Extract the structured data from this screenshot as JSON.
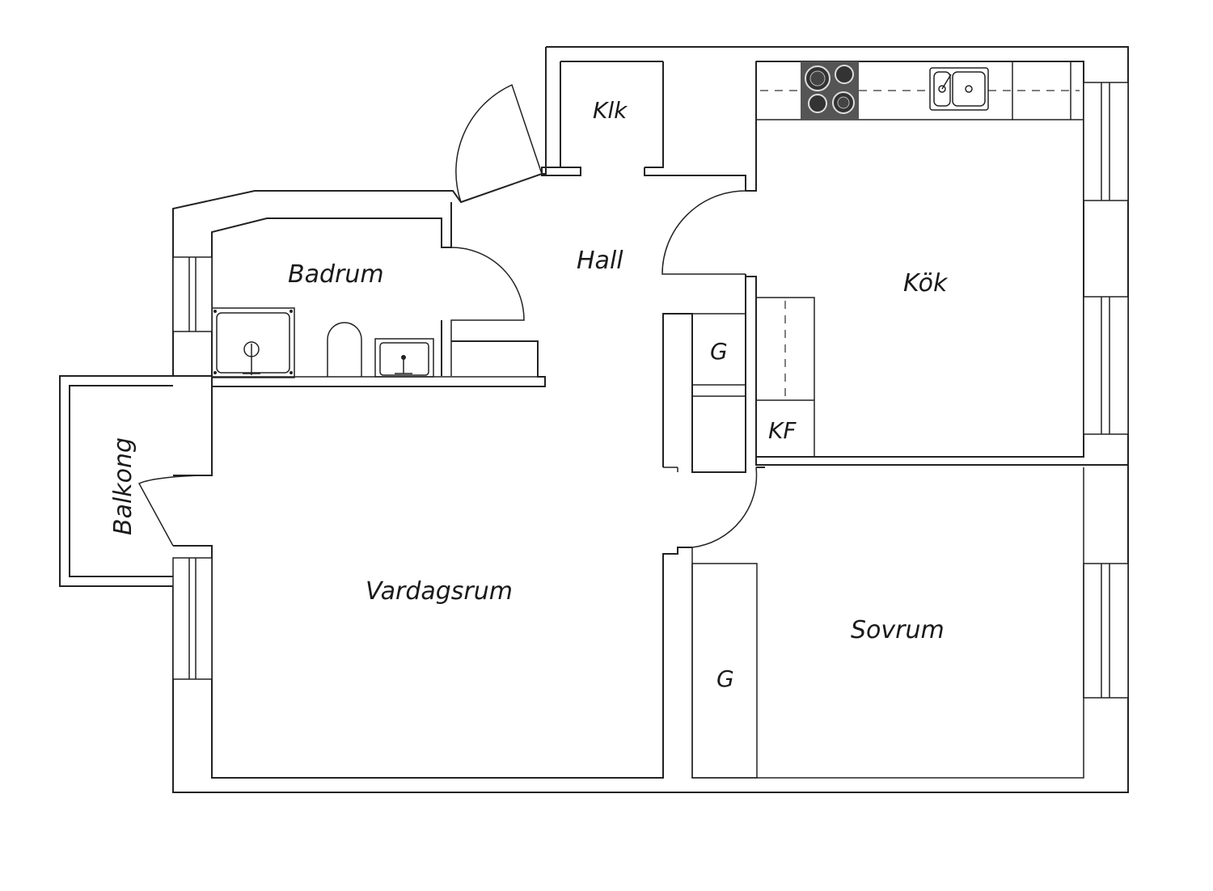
{
  "rooms": {
    "klk": "Klk",
    "hall": "Hall",
    "kok": "Kök",
    "badrum": "Badrum",
    "garderob_hall": "G",
    "kf": "KF",
    "balkong": "Balkong",
    "vardagsrum": "Vardagsrum",
    "sovrum": "Sovrum",
    "garderob_sovrum": "G"
  },
  "colors": {
    "line": "#222222",
    "stove": "#555555",
    "background": "#ffffff"
  }
}
